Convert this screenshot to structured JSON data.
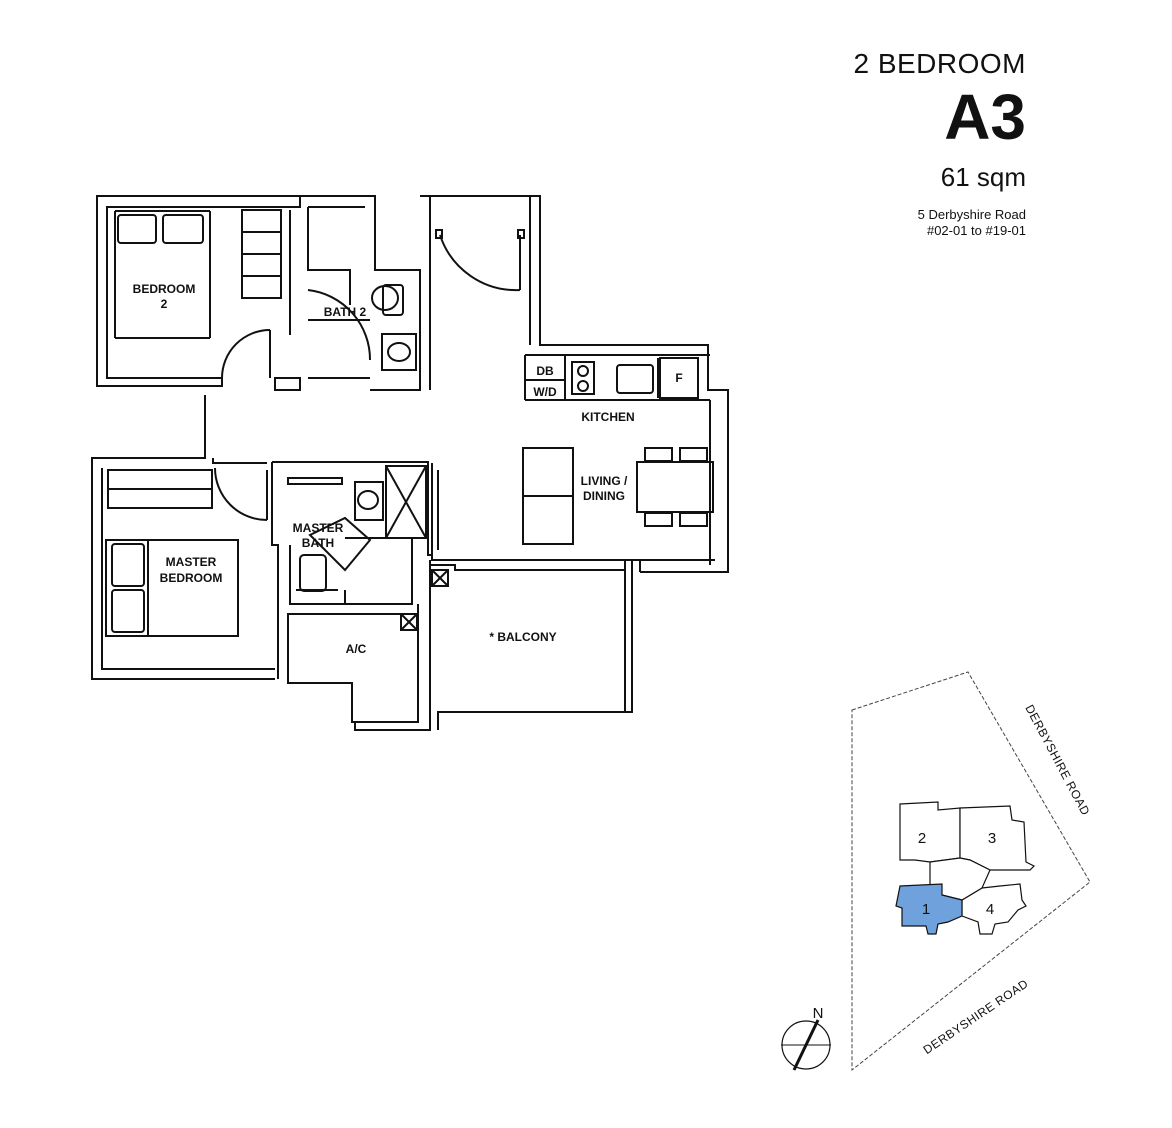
{
  "header": {
    "unit_type": "2 BEDROOM",
    "unit_code": "A3",
    "area": "61 sqm",
    "address_line1": "5 Derbyshire Road",
    "address_line2": "#02-01 to #19-01"
  },
  "rooms": {
    "bedroom2_line1": "BEDROOM",
    "bedroom2_line2": "2",
    "bath2": "BATH 2",
    "kitchen": "KITCHEN",
    "db": "DB",
    "wd": "W/D",
    "fridge": "F",
    "living_line1": "LIVING /",
    "living_line2": "DINING",
    "master_line1": "MASTER",
    "master_line2": "BEDROOM",
    "master_bath_line1": "MASTER",
    "master_bath_line2": "BATH",
    "ac": "A/C",
    "balcony": "* BALCONY"
  },
  "site_plan": {
    "road_east": "DERBYSHIRE ROAD",
    "road_south": "DERBYSHIRE ROAD",
    "blocks": [
      "1",
      "2",
      "3",
      "4"
    ],
    "highlighted_block": "1",
    "highlight_color": "#6fa2dc",
    "north": "N"
  }
}
